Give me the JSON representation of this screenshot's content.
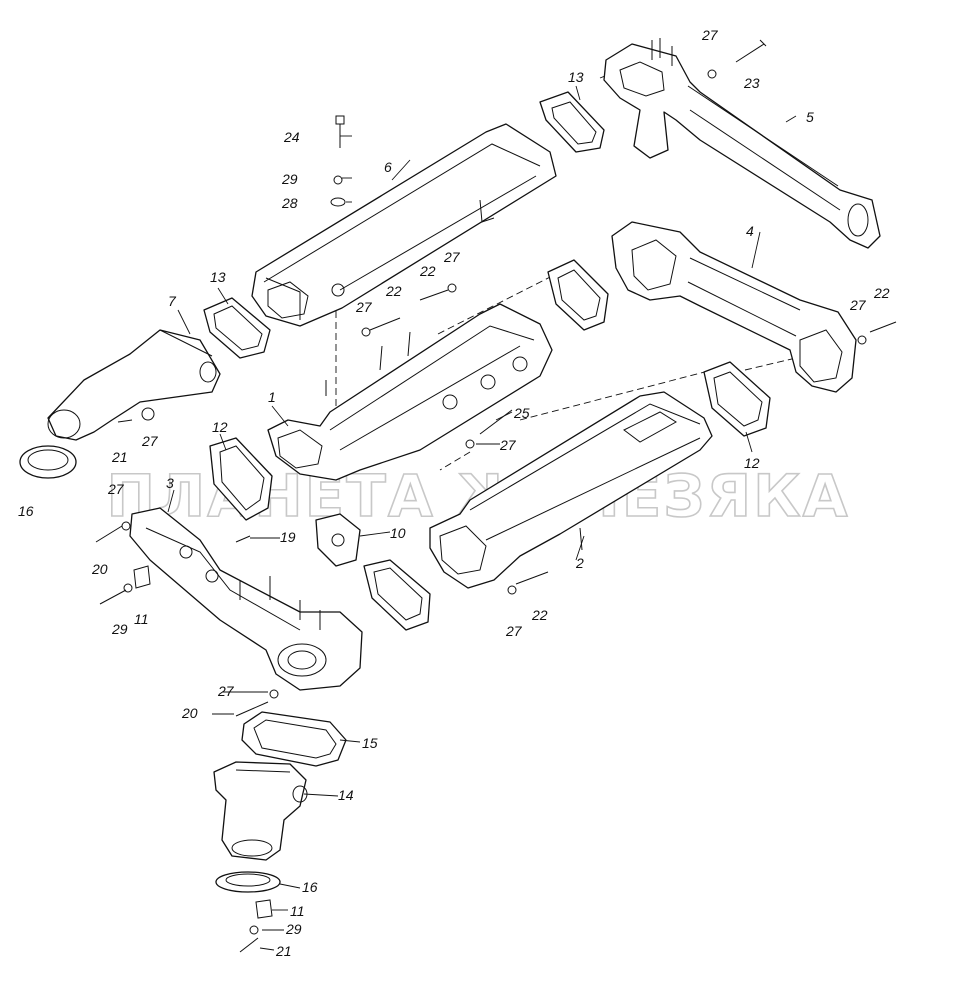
{
  "watermark": "ПЛАНЕТА ЖЕЛЕЗЯКА",
  "callouts": {
    "c1": "1",
    "c2": "2",
    "c3": "3",
    "c4": "4",
    "c5": "5",
    "c6": "6",
    "c7": "7",
    "c10": "10",
    "c11a": "11",
    "c11b": "11",
    "c12a": "12",
    "c12b": "12",
    "c13a": "13",
    "c13b": "13",
    "c14": "14",
    "c15": "15",
    "c16a": "16",
    "c16b": "16",
    "c19": "19",
    "c20a": "20",
    "c20b": "20",
    "c21a": "21",
    "c21b": "21",
    "c22a": "22",
    "c22b": "22",
    "c22c": "22",
    "c23": "23",
    "c24": "24",
    "c25": "25",
    "c27a": "27",
    "c27b": "27",
    "c27c": "27",
    "c27d": "27",
    "c27e": "27",
    "c27f": "27",
    "c27g": "27",
    "c27h": "27",
    "c27i": "27",
    "c28": "28",
    "c29a": "29",
    "c29b": "29",
    "c29c": "29"
  }
}
